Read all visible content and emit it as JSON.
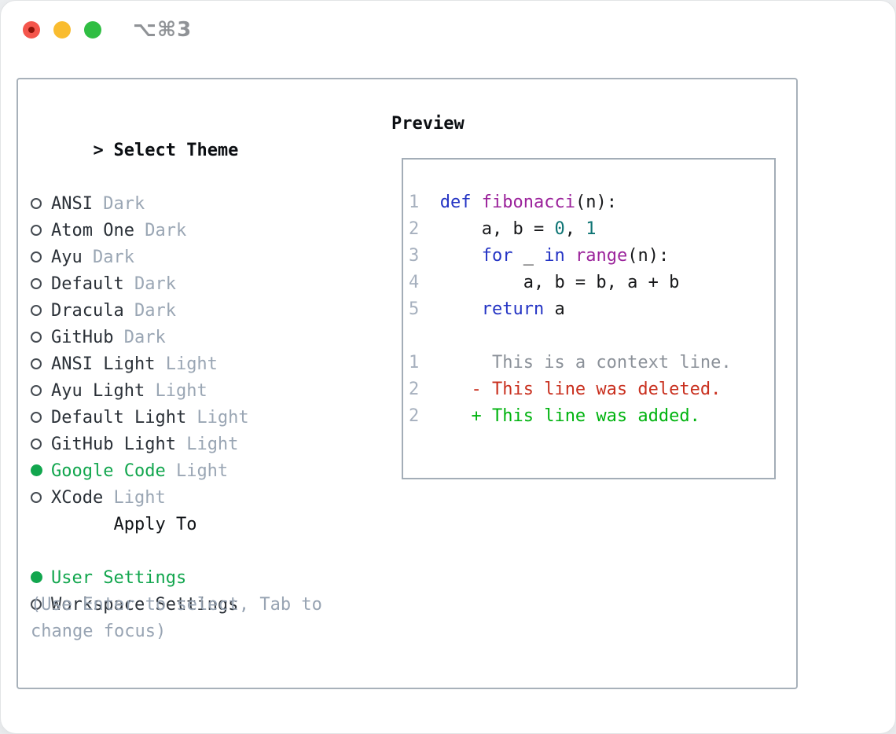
{
  "titlebar": {
    "shortcut": "⌥⌘3",
    "buttons": {
      "close": "close",
      "minimize": "minimize",
      "zoom": "zoom"
    }
  },
  "theme_selector": {
    "header": "Select Theme",
    "prompt": ">",
    "items": [
      {
        "name": "ANSI",
        "tag": "Dark",
        "selected": false
      },
      {
        "name": "Atom One",
        "tag": "Dark",
        "selected": false
      },
      {
        "name": "Ayu",
        "tag": "Dark",
        "selected": false
      },
      {
        "name": "Default",
        "tag": "Dark",
        "selected": false
      },
      {
        "name": "Dracula",
        "tag": "Dark",
        "selected": false
      },
      {
        "name": "GitHub",
        "tag": "Dark",
        "selected": false
      },
      {
        "name": "ANSI Light",
        "tag": "Light",
        "selected": false
      },
      {
        "name": "Ayu Light",
        "tag": "Light",
        "selected": false
      },
      {
        "name": "Default Light",
        "tag": "Light",
        "selected": false
      },
      {
        "name": "GitHub Light",
        "tag": "Light",
        "selected": false
      },
      {
        "name": "Google Code",
        "tag": "Light",
        "selected": true
      },
      {
        "name": "XCode",
        "tag": "Light",
        "selected": false
      }
    ]
  },
  "apply_to": {
    "header": "Apply To",
    "options": [
      {
        "name": "User Settings",
        "selected": true
      },
      {
        "name": "Workspace Settings",
        "selected": false
      }
    ]
  },
  "hint": {
    "line1": "(Use Enter to select, Tab to",
    "line2": "change focus)"
  },
  "preview": {
    "title": "Preview",
    "lines": [
      {
        "num": "1",
        "segments": [
          [
            "def",
            "keyword"
          ],
          [
            " ",
            "plain"
          ],
          [
            "fibonacci",
            "function"
          ],
          [
            "(n):",
            "plain"
          ]
        ]
      },
      {
        "num": "2",
        "segments": [
          [
            "    a, b = ",
            "plain"
          ],
          [
            "0",
            "number"
          ],
          [
            ", ",
            "plain"
          ],
          [
            "1",
            "number"
          ]
        ]
      },
      {
        "num": "3",
        "segments": [
          [
            "    ",
            "plain"
          ],
          [
            "for",
            "keyword"
          ],
          [
            " _ ",
            "plain"
          ],
          [
            "in",
            "keyword"
          ],
          [
            " ",
            "plain"
          ],
          [
            "range",
            "function"
          ],
          [
            "(n):",
            "plain"
          ]
        ]
      },
      {
        "num": "4",
        "segments": [
          [
            "        a, b = b, a + b",
            "plain"
          ]
        ]
      },
      {
        "num": "5",
        "segments": [
          [
            "    ",
            "plain"
          ],
          [
            "return",
            "keyword"
          ],
          [
            " a",
            "plain"
          ]
        ]
      },
      {
        "num": "",
        "segments": []
      },
      {
        "num": "1",
        "segments": [
          [
            "     This is a context line.",
            "context"
          ]
        ]
      },
      {
        "num": "2",
        "segments": [
          [
            "   - This line was deleted.",
            "deleted"
          ]
        ]
      },
      {
        "num": "2",
        "segments": [
          [
            "   + This line was added.",
            "added"
          ]
        ]
      }
    ]
  },
  "colors": {
    "keyword": "#2434c4",
    "function": "#9b239b",
    "number": "#0d7474",
    "plain": "#17181a",
    "lineno": "#a6b0be",
    "context": "#8b9199",
    "deleted": "#c9301f",
    "added": "#00b30f",
    "selected_green": "#12a64e",
    "tag_gray": "#9aa6b4",
    "item_text": "#2b3138",
    "hint_gray": "#98a4b3"
  }
}
